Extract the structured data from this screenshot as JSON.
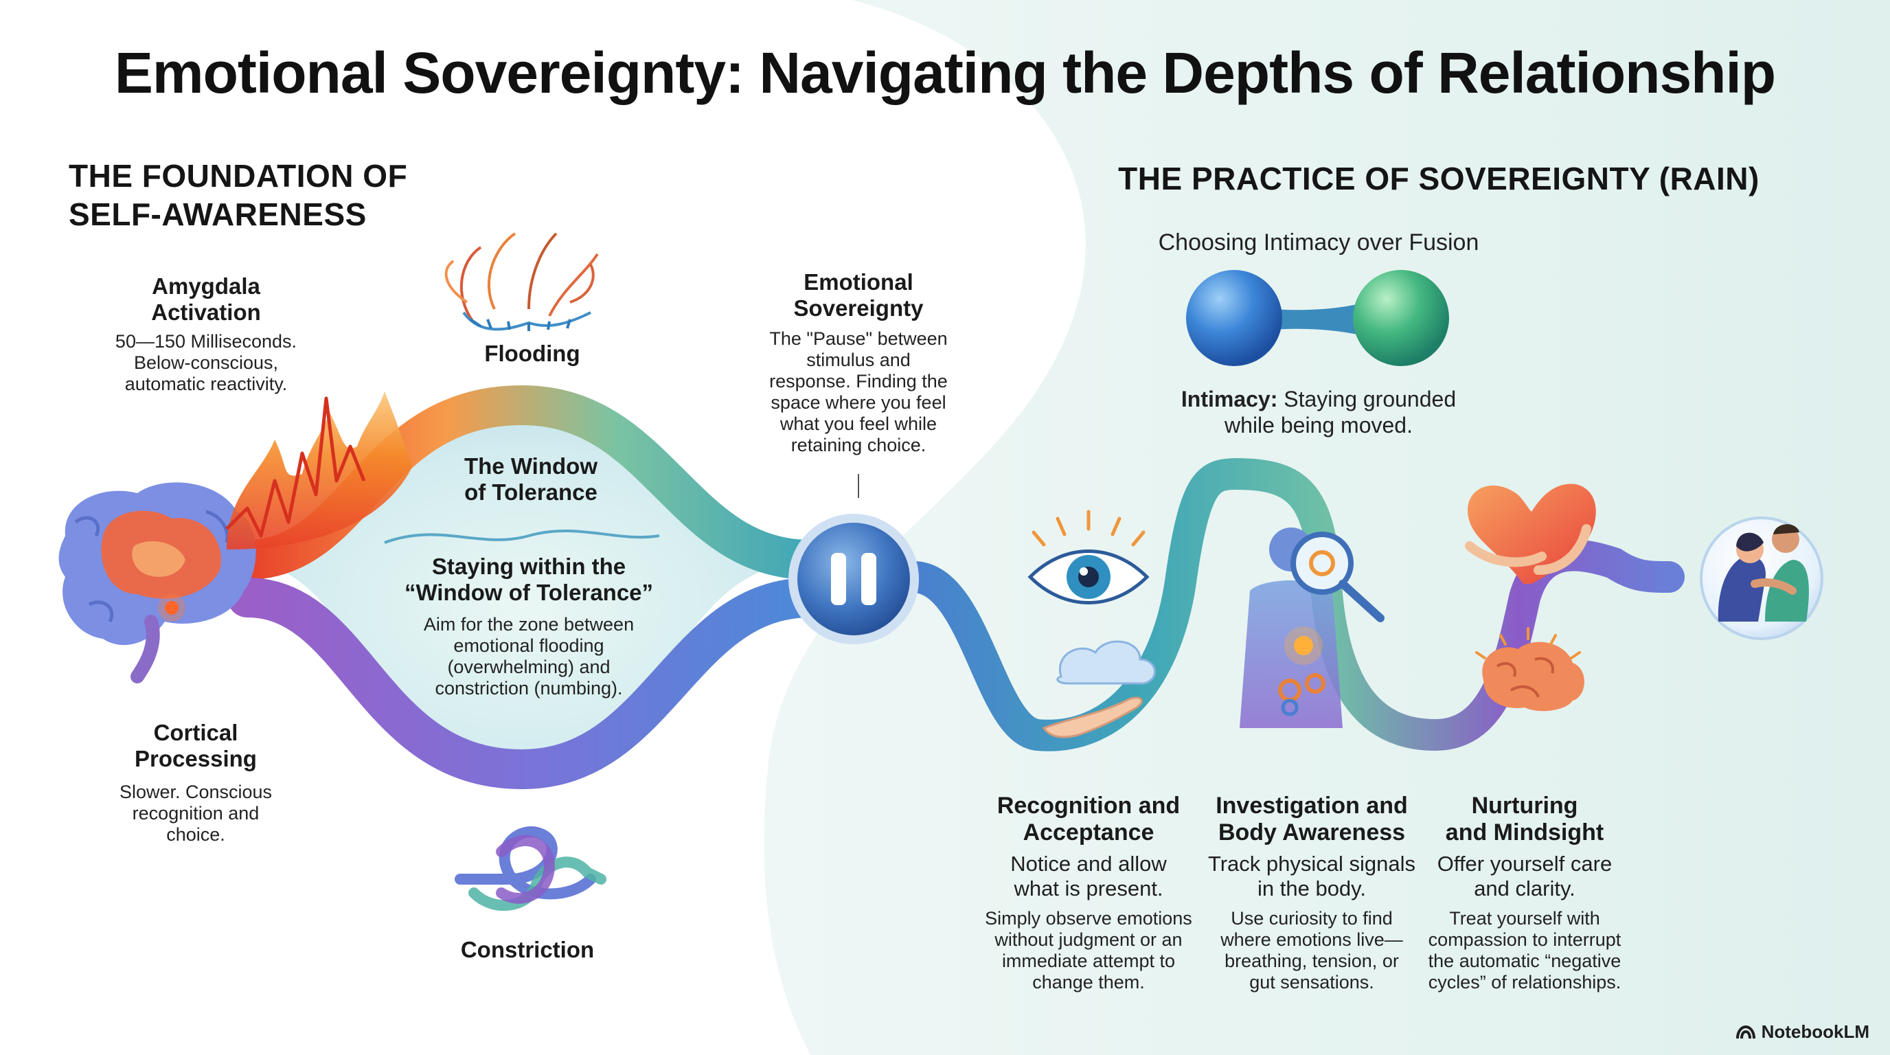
{
  "title": "Emotional Sovereignty: Navigating the Depths of Relationship",
  "left_section": {
    "heading_line1": "THE FOUNDATION OF",
    "heading_line2": "SELF-AWARENESS",
    "amygdala": {
      "title_line1": "Amygdala",
      "title_line2": "Activation",
      "text_line1": "50—150 Milliseconds.",
      "text_line2": "Below-conscious,",
      "text_line3": "automatic reactivity."
    },
    "cortical": {
      "title_line1": "Cortical",
      "title_line2": "Processing",
      "text_line1": "Slower. Conscious",
      "text_line2": "recognition and",
      "text_line3": "choice."
    },
    "flooding_label": "Flooding",
    "constriction_label": "Constriction",
    "window": {
      "title_line1": "The Window",
      "title_line2": "of Tolerance",
      "staying_line1": "Staying within the",
      "staying_line2": "“Window of Tolerance”",
      "text_line1": "Aim for the zone between",
      "text_line2": "emotional flooding",
      "text_line3": "(overwhelming) and",
      "text_line4": "constriction (numbing)."
    }
  },
  "center": {
    "title_line1": "Emotional",
    "title_line2": "Sovereignty",
    "text_line1": "The \"Pause\" between",
    "text_line2": "stimulus and",
    "text_line3": "response. Finding the",
    "text_line4": "space where you feel",
    "text_line5": "what you feel while",
    "text_line6": "retaining choice."
  },
  "right_section": {
    "heading": "THE PRACTICE OF SOVEREIGNTY (RAIN)",
    "subheading": "Choosing Intimacy over Fusion",
    "intimacy_bold": "Intimacy:",
    "intimacy_text1": " Staying grounded",
    "intimacy_text2": "while being moved.",
    "steps": [
      {
        "title_line1": "Recognition and",
        "title_line2": "Acceptance",
        "lead_line1": "Notice and allow",
        "lead_line2": "what is present.",
        "body_line1": "Simply observe emotions",
        "body_line2": "without judgment or an",
        "body_line3": "immediate attempt to",
        "body_line4": "change them."
      },
      {
        "title_line1": "Investigation and",
        "title_line2": "Body Awareness",
        "lead_line1": "Track physical signals",
        "lead_line2": "in the body.",
        "body_line1": "Use curiosity to find",
        "body_line2": "where emotions live—",
        "body_line3": "breathing, tension, or",
        "body_line4": "gut sensations."
      },
      {
        "title_line1": "Nurturing",
        "title_line2": "and Mindsight",
        "lead_line1": "Offer yourself care",
        "lead_line2": "and clarity.",
        "body_line1": "Treat yourself with",
        "body_line2": "compassion to interrupt",
        "body_line3": "the automatic “negative",
        "body_line4": "cycles” of relationships."
      }
    ]
  },
  "brand": "NotebookLM",
  "colors": {
    "heat_red": "#e8412a",
    "heat_orange": "#f58a2a",
    "teal": "#4fb3a6",
    "blue": "#4a7fd0",
    "purple": "#8a5cc8",
    "background_mint": "#e6f3f1"
  },
  "icons": [
    "brain-icon",
    "flame-icon",
    "fountain-icon",
    "knot-icon",
    "pause-icon",
    "eye-icon",
    "cloud-hand-icon",
    "body-scan-icon",
    "heart-hug-icon",
    "brain-small-icon",
    "dumbbell-icon",
    "couple-icon",
    "notebooklm-icon"
  ]
}
